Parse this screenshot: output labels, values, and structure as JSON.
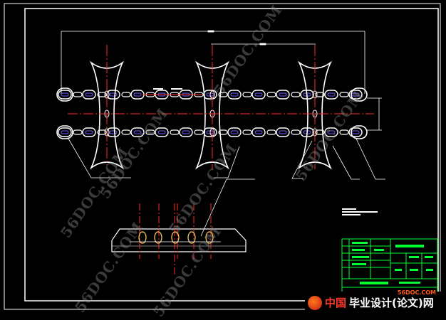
{
  "watermarks": [
    "56DOC.COM",
    "56DOC.COM",
    "56DOC.COM",
    "56DOC.COM",
    "56DOC.COM",
    "56DOC.COM",
    "56DOC.COM"
  ],
  "logo": {
    "country": "中国",
    "text": "毕业设计(论文)网",
    "site": "56DOC.COM"
  },
  "colors": {
    "background": "#000000",
    "frame": "#ffffff",
    "centerline": "#ff2a2a",
    "chain": "#ffffff",
    "link_highlight": "#6a5cff",
    "title_block": "#00ff33",
    "hatch": "#ffcc66"
  }
}
